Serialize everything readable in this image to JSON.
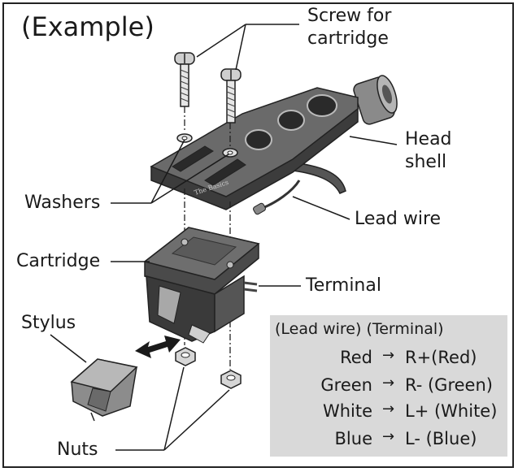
{
  "title": "(Example)",
  "labels": {
    "screw": [
      "Screw for",
      "cartridge"
    ],
    "head_shell": [
      "Head",
      "shell"
    ],
    "washers": "Washers",
    "lead_wire": "Lead wire",
    "cartridge": "Cartridge",
    "terminal": "Terminal",
    "stylus": "Stylus",
    "nuts": "Nuts",
    "headshell_marking": "The Basics"
  },
  "wiring_table": {
    "header": "(Lead wire) (Terminal)",
    "arrow": "→",
    "rows": [
      {
        "wire": "Red",
        "terminal": "R+(Red)"
      },
      {
        "wire": "Green",
        "terminal": "R- (Green)"
      },
      {
        "wire": "White",
        "terminal": "L+ (White)"
      },
      {
        "wire": "Blue",
        "terminal": "L- (Blue)"
      }
    ]
  },
  "colors": {
    "panel": "#d9d9d9",
    "part_dark": "#4a4a4a",
    "part_mid": "#6e6e6e",
    "part_light": "#a8a8a8",
    "line": "#1a1a1a"
  }
}
